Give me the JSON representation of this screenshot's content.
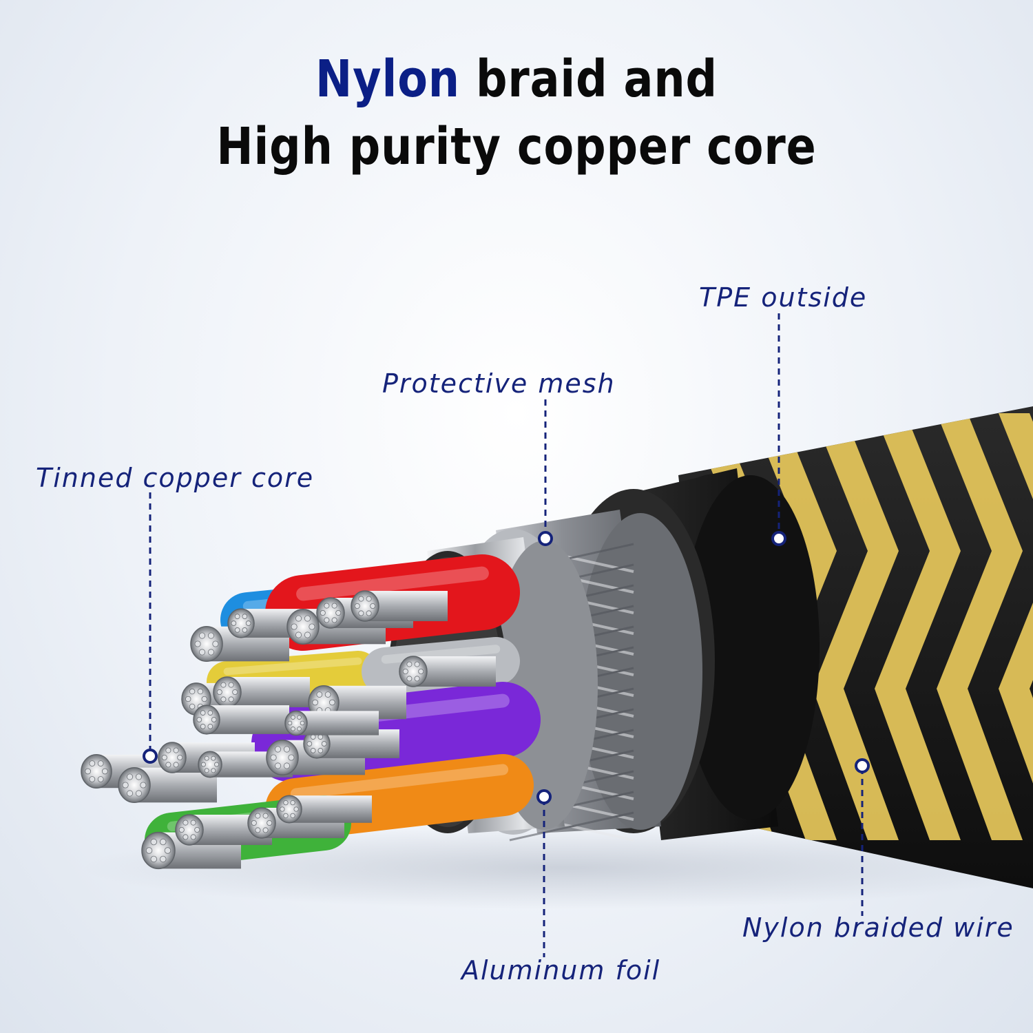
{
  "headline": {
    "line1_accent": "Nylon",
    "line1_rest": " braid and",
    "line2": "High purity copper core"
  },
  "callouts": {
    "tinned_copper_core": "Tinned copper core",
    "protective_mesh": "Protective mesh",
    "tpe_outside": "TPE outside",
    "aluminum_foil": "Aluminum foil",
    "nylon_braided_wire": "Nylon braided wire"
  },
  "colors": {
    "accent": "#0b1f86",
    "callout_text": "#15237a",
    "braid_gold": "#e2c35a",
    "braid_black": "#141414",
    "wire_red": "#e3161c",
    "wire_blue": "#1e8ee0",
    "wire_purple": "#7a28d8",
    "wire_orange": "#f08a16",
    "wire_green": "#3fb23a",
    "wire_yellow": "#e4cc3a"
  }
}
